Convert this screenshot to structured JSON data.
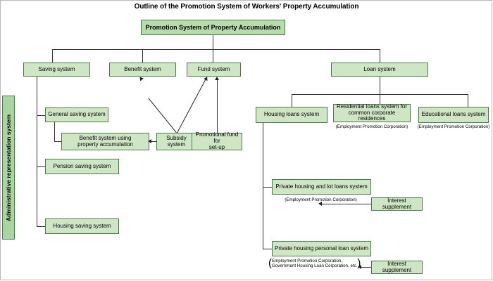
{
  "chart_title": "Outline of the Promotion System of Workers' Property Accumulation",
  "colors": {
    "box_fill": "#cfe6c5",
    "root_fill": "#b7dcac",
    "sidebar_fill": "#a9d6a0",
    "box_border": "#4d7a4d",
    "line": "#333333",
    "background": "#ffffff",
    "frame_border": "#b9b9b9"
  },
  "sidebar": {
    "label": "Administrative representation system"
  },
  "root": {
    "label": "Promotion System of Property Accumulation"
  },
  "level2": [
    {
      "id": "saving-system",
      "label": "Saving system"
    },
    {
      "id": "benefit-system",
      "label": "Benefit system"
    },
    {
      "id": "fund-system",
      "label": "Fund system"
    },
    {
      "id": "loan-system",
      "label": "Loan system"
    }
  ],
  "saving_children": [
    {
      "id": "general-saving-system",
      "label": "General saving system"
    },
    {
      "id": "pension-saving-system",
      "label": "Pension saving system"
    },
    {
      "id": "housing-saving-system",
      "label": "Housing saving system"
    }
  ],
  "benefit_using_property": {
    "id": "benefit-system-using-property-accumulation",
    "line1": "Benefit system using",
    "line2": "property accumulation"
  },
  "subsidy": {
    "id": "subsidy-system",
    "line1": "Subsidy",
    "line2": "system"
  },
  "promotional_fund": {
    "id": "promotional-fund-for-set-up",
    "line1": "Promotional fund for",
    "line2": "set-up"
  },
  "loan_children": [
    {
      "id": "housing-loans-system",
      "label": "Housing loans system",
      "caption": ""
    },
    {
      "id": "residential-loans-system",
      "line1": "Residential loans system for",
      "line2": "common corporate residences",
      "caption": "(Employment Promotion Corporation)"
    },
    {
      "id": "educational-loans-system",
      "label": "Educational loans system",
      "caption": "(Employment Promotion Corporation)"
    }
  ],
  "housing_children": [
    {
      "id": "private-housing-and-lot-loans-system",
      "label": "Private housing and lot loans system",
      "caption": "(Employment Promotion Corporation)"
    },
    {
      "id": "private-housing-personal-loan-system",
      "label": "Private housing personal loan system",
      "caption_line1": "Employment Promotion Corporation,",
      "caption_line2": "Government Housing Loan Corporation, etc."
    }
  ],
  "interest_supplements": [
    {
      "id": "interest-supplement-1",
      "label": "Interest supplement"
    },
    {
      "id": "interest-supplement-2",
      "label": "Interest supplement"
    }
  ]
}
